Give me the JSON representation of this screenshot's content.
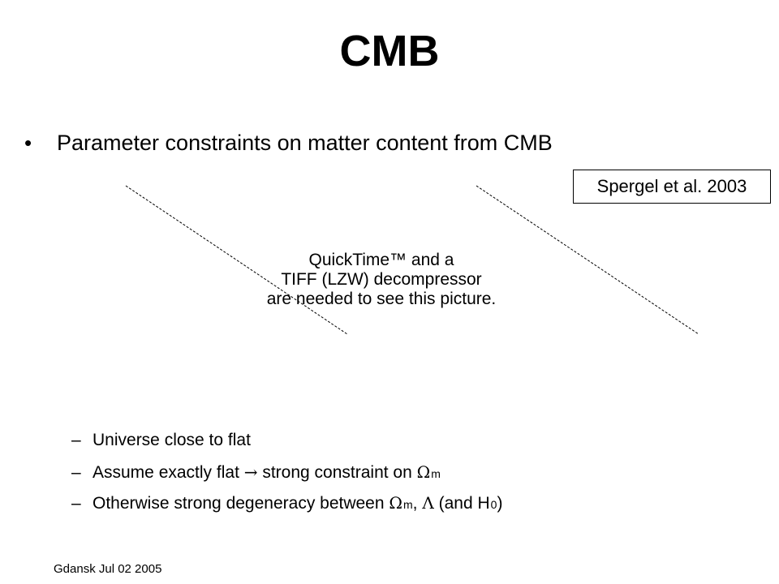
{
  "slide": {
    "title": "CMB",
    "bullet": "Parameter constraints on matter content from CMB",
    "bullet_marker": "•",
    "citation": "Spergel et al. 2003",
    "placeholder": {
      "line1": "QuickTime™ and a",
      "line2": "TIFF (LZW) decompressor",
      "line3": "are needed to see this picture."
    },
    "sub_marker": "–",
    "sub_items": {
      "item1": "Universe close to flat",
      "item2_pre": "Assume exactly flat ",
      "item2_arrow": "→",
      "item2_mid": " strong constraint on ",
      "item2_omega": "Ω",
      "item2_sub": "m",
      "item3_pre": "Otherwise strong degeneracy between ",
      "item3_omega": "Ω",
      "item3_sub": "m",
      "item3_comma": ", ",
      "item3_lambda": "Λ",
      "item3_mid": " (and H",
      "item3_h_sub": "0",
      "item3_end": ")"
    },
    "footer": "Gdansk Jul 02 2005"
  }
}
